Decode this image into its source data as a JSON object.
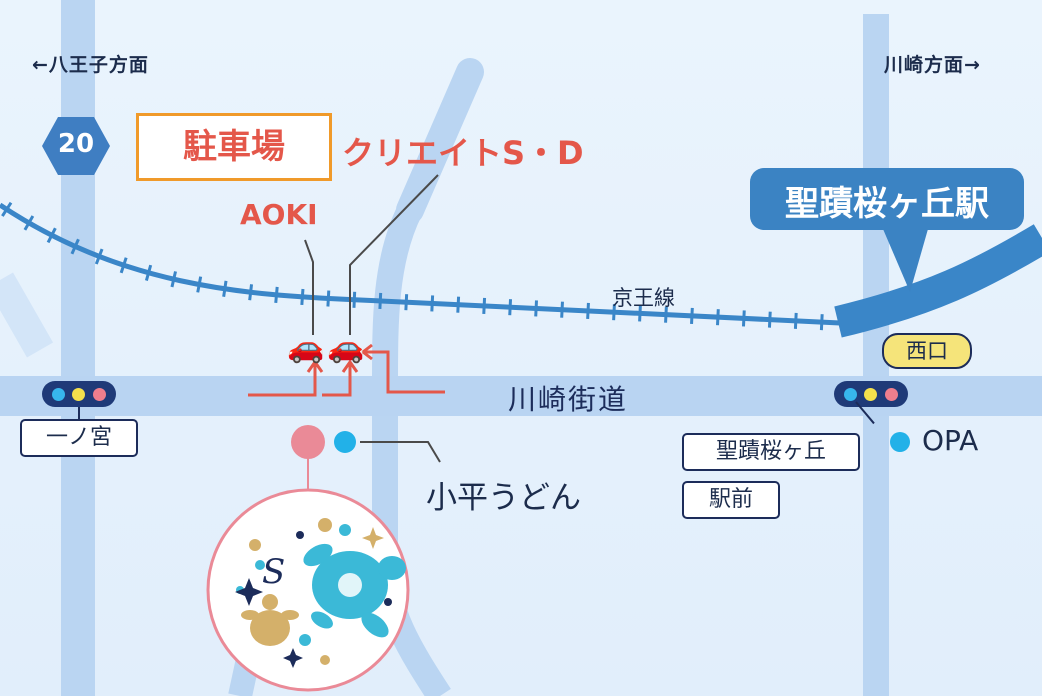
{
  "map": {
    "direction_left": "←八王子方面",
    "direction_right": "川崎方面→",
    "route_badge": "20",
    "parking_label": "駐車場",
    "store_aoki": "AOKI",
    "store_create": "クリエイトS・D",
    "station_label": "聖蹟桜ヶ丘駅",
    "railway_label": "京王線",
    "exit_label": "西口",
    "road_label": "川崎街道",
    "intersection_left": "一ノ宮",
    "intersection_right_line1": "聖蹟桜ヶ丘",
    "intersection_right_line2": "駅前",
    "landmark_opa": "OPA",
    "landmark_udon": "小平うどん",
    "shop_logo_letter": "S"
  },
  "icons": {
    "car": "red-car-icon",
    "traffic_light": "traffic-light-icon",
    "shop_logo": "turtle-logo-icon"
  },
  "colors": {
    "road": "#b9d4f2",
    "railway": "#3a86c8",
    "station_callout": "#3b83c3",
    "accent_red": "#e4574a",
    "parking_border": "#f09a2a",
    "route_badge": "#3f7ec2",
    "exit_badge": "#f5e47a",
    "shop_pink": "#ea8a97",
    "landmark_cyan": "#22b1e8"
  }
}
